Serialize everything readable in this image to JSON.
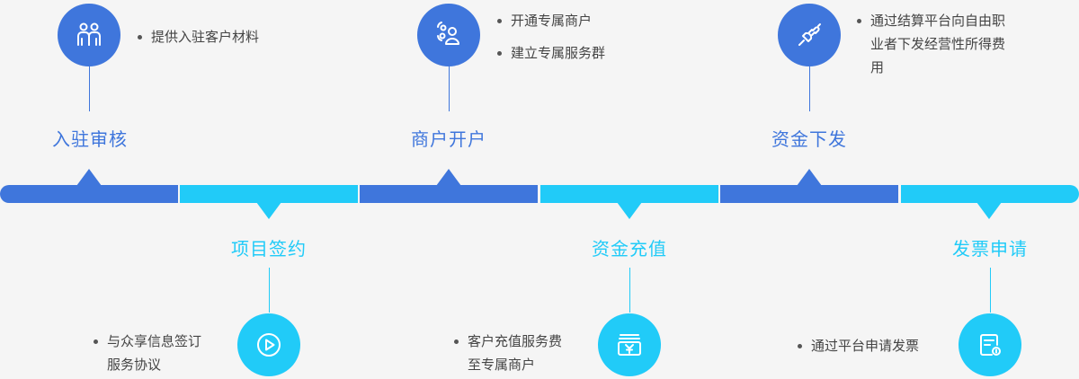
{
  "stages": [
    {
      "title": "入驻审核",
      "icon": "users-icon",
      "items": [
        "提供入驻客户材料"
      ]
    },
    {
      "title": "项目签约",
      "icon": "play-icon",
      "items": [
        "与众享信息签订",
        "服务协议"
      ]
    },
    {
      "title": "商户开户",
      "icon": "user-group-icon",
      "items": [
        "开通专属商户",
        "建立专属服务群"
      ]
    },
    {
      "title": "资金充值",
      "icon": "wallet-yen-icon",
      "items": [
        "客户充值服务费",
        "至专属商户"
      ]
    },
    {
      "title": "资金下发",
      "icon": "plug-icon",
      "items": [
        "通过结算平台向自由职",
        "业者下发经营性所得费",
        "用"
      ]
    },
    {
      "title": "发票申请",
      "icon": "invoice-icon",
      "items": [
        "通过平台申请发票"
      ]
    }
  ],
  "colors": {
    "dark": "#3f76dc",
    "light": "#21cbf8",
    "background": "#f5f5f5",
    "text": "#444444"
  }
}
